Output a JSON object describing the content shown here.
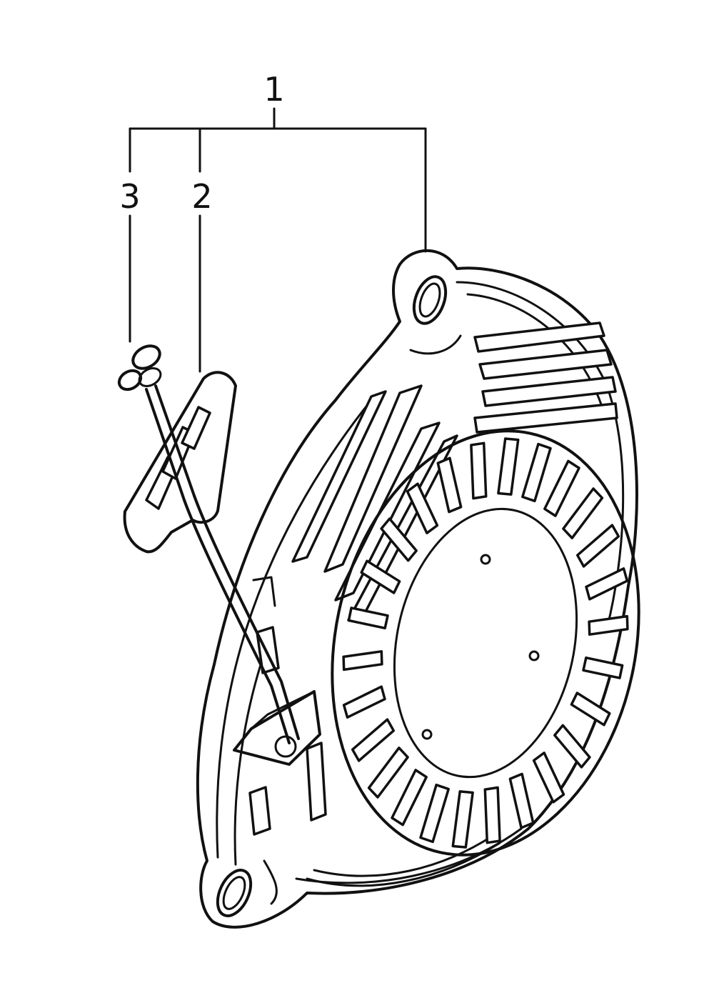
{
  "diagram": {
    "callouts": [
      {
        "id": "c1",
        "label": "1"
      },
      {
        "id": "c2",
        "label": "2"
      },
      {
        "id": "c3",
        "label": "3"
      }
    ],
    "colors": {
      "ink": "#111111",
      "paper": "#ffffff"
    }
  }
}
